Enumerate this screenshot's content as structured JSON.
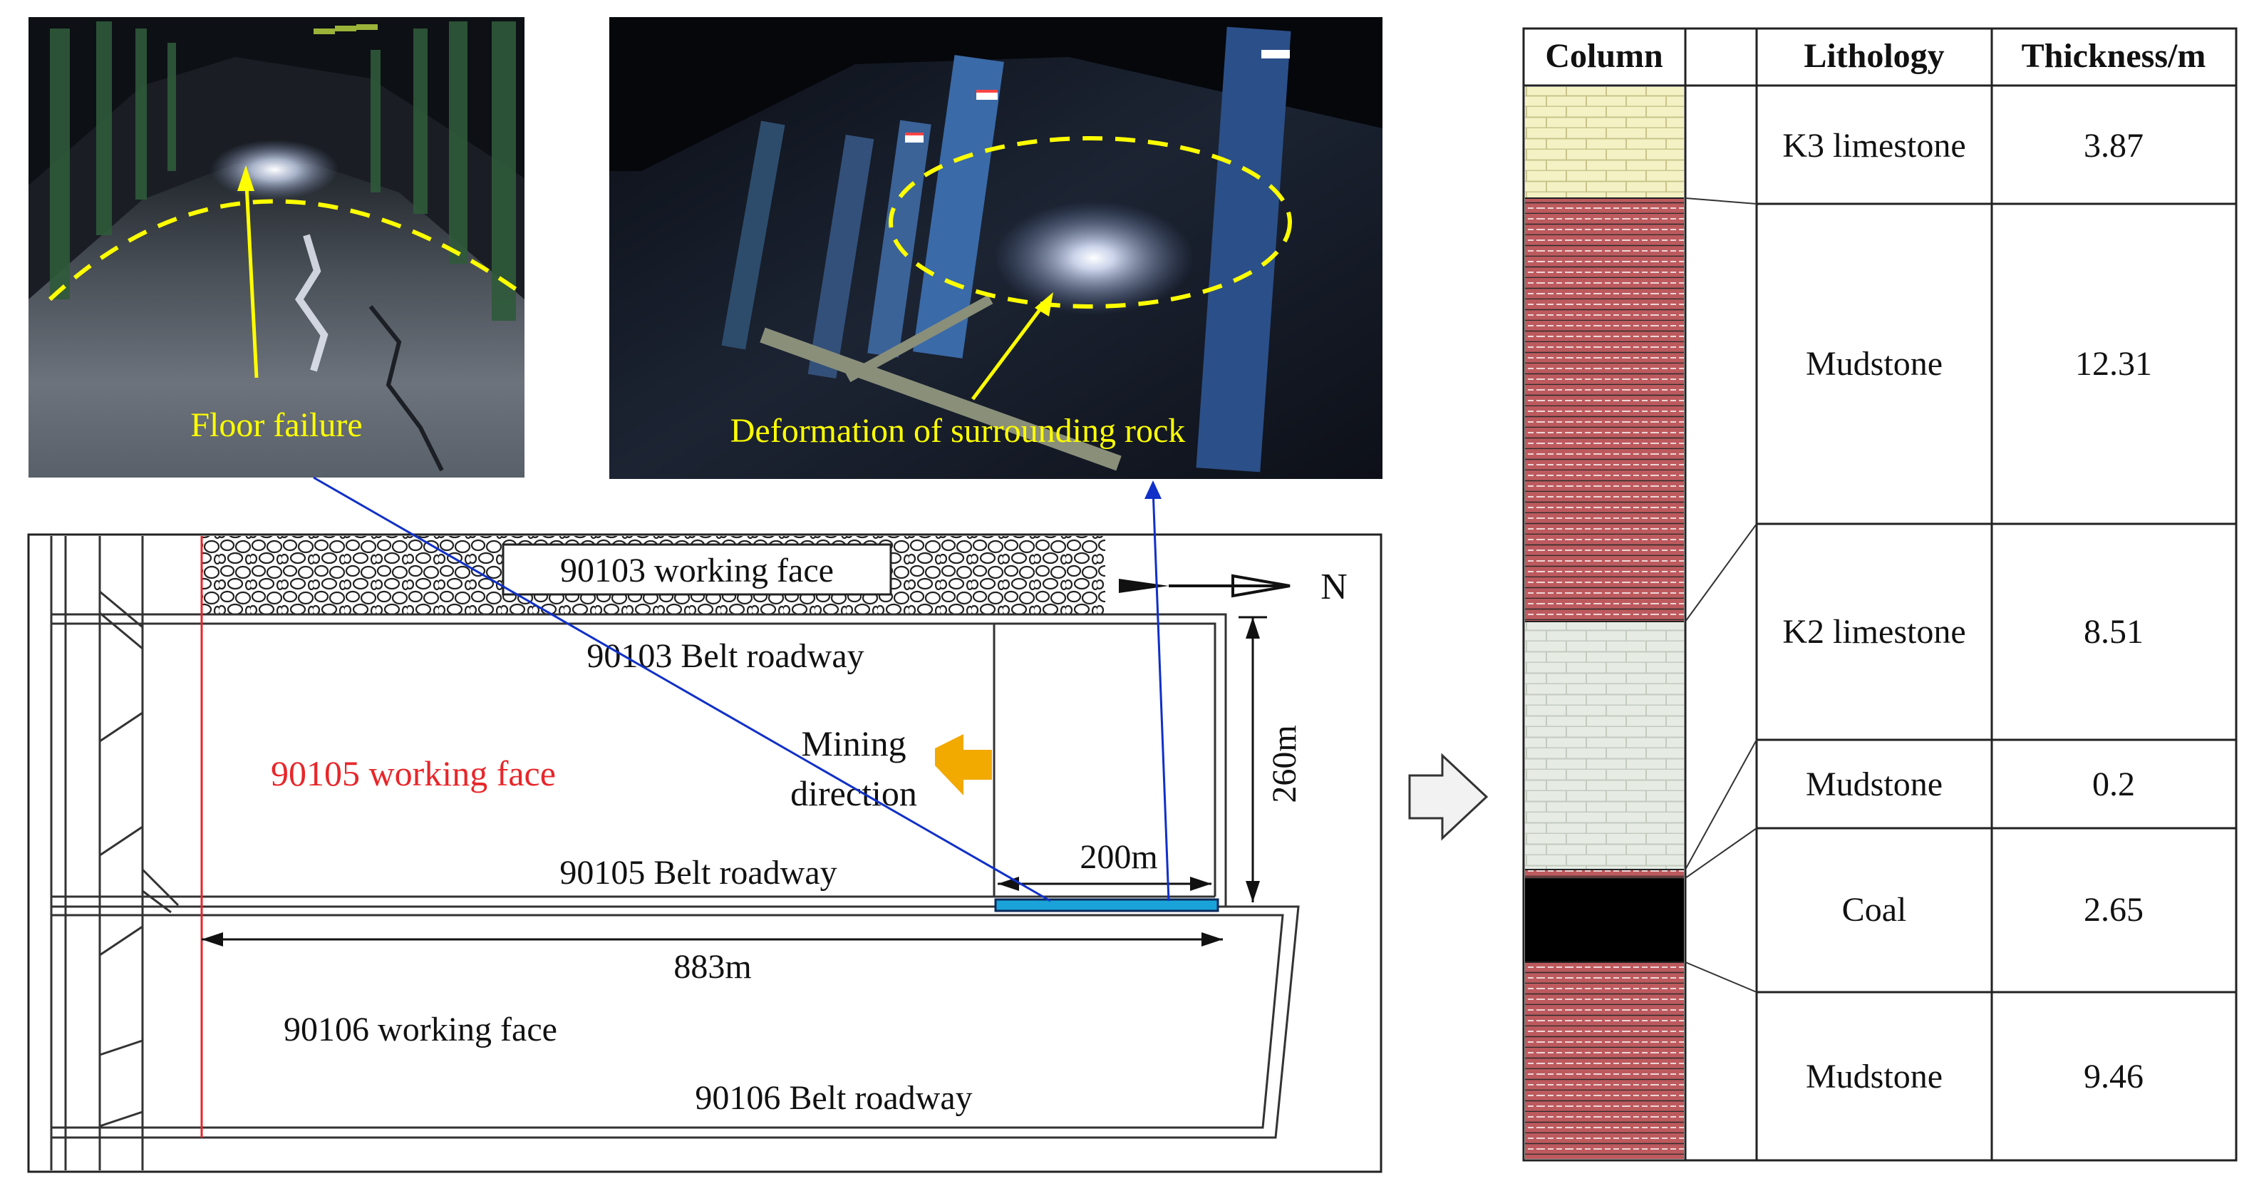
{
  "photos": {
    "left_caption": "Floor failure",
    "right_caption": "Deformation of surrounding rock",
    "caption_color": "#ffff00"
  },
  "plan": {
    "upper_face": "90103 working face",
    "upper_belt": "90103 Belt roadway",
    "main_face": "90105 working face",
    "main_face_color": "#e8262a",
    "mining_direction": [
      "Mining",
      "direction"
    ],
    "arrow_color": "#f2a900",
    "main_belt": "90105 Belt roadway",
    "lower_face": "90106 working face",
    "lower_belt": "90106 Belt roadway",
    "dim_length": "883m",
    "dim_width": "260m",
    "dim_section": "200m",
    "north": "N",
    "section_color": "#1aa3d9",
    "leader_color": "#1030c8"
  },
  "column": {
    "headers": [
      "Column",
      "",
      "Lithology",
      "Thickness/m"
    ],
    "layers": [
      {
        "lithology": "K3 limestone",
        "thickness": "3.87",
        "pattern": "limestone-yellow"
      },
      {
        "lithology": "Mudstone",
        "thickness": "12.31",
        "pattern": "mudstone-red"
      },
      {
        "lithology": "K2 limestone",
        "thickness": "8.51",
        "pattern": "limestone-grey"
      },
      {
        "lithology": "Mudstone",
        "thickness": "0.2",
        "pattern": "mudstone-red"
      },
      {
        "lithology": "Coal",
        "thickness": "2.65",
        "pattern": "coal-black"
      },
      {
        "lithology": "Mudstone",
        "thickness": "9.46",
        "pattern": "mudstone-red"
      }
    ]
  },
  "flow_arrow": "right-arrow-icon"
}
